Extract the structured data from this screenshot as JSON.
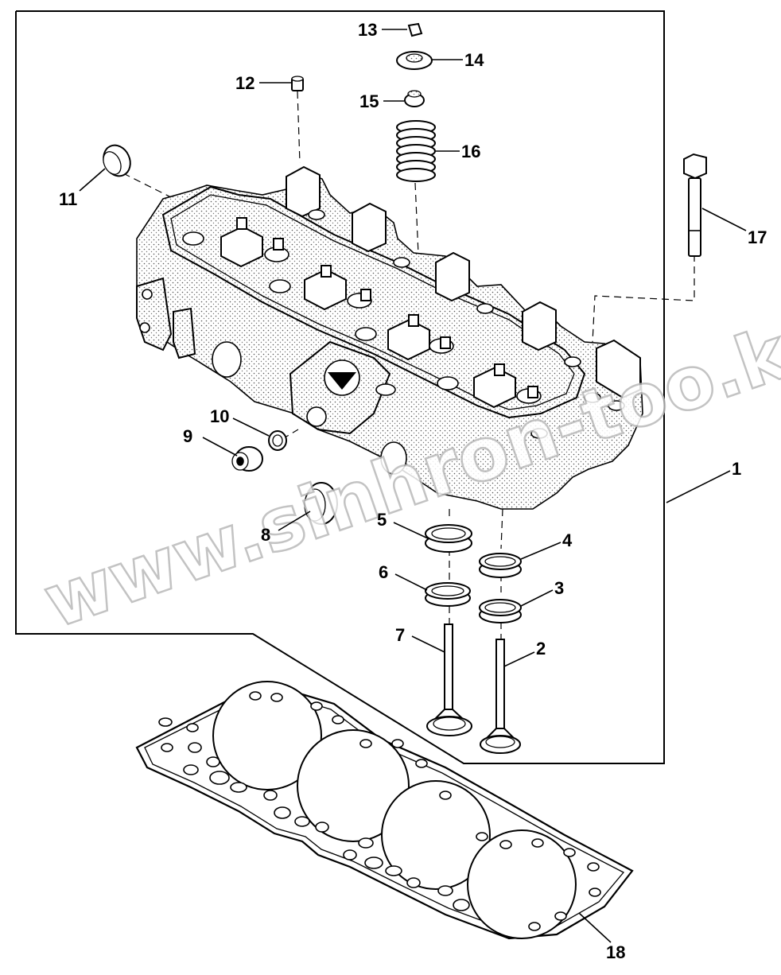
{
  "watermark": "www.sinhron-too.kz",
  "callouts": {
    "c1": "1",
    "c2": "2",
    "c3": "3",
    "c4": "4",
    "c5": "5",
    "c6": "6",
    "c7": "7",
    "c8": "8",
    "c9": "9",
    "c10": "10",
    "c11": "11",
    "c12": "12",
    "c13": "13",
    "c14": "14",
    "c15": "15",
    "c16": "16",
    "c17": "17",
    "c18": "18"
  }
}
